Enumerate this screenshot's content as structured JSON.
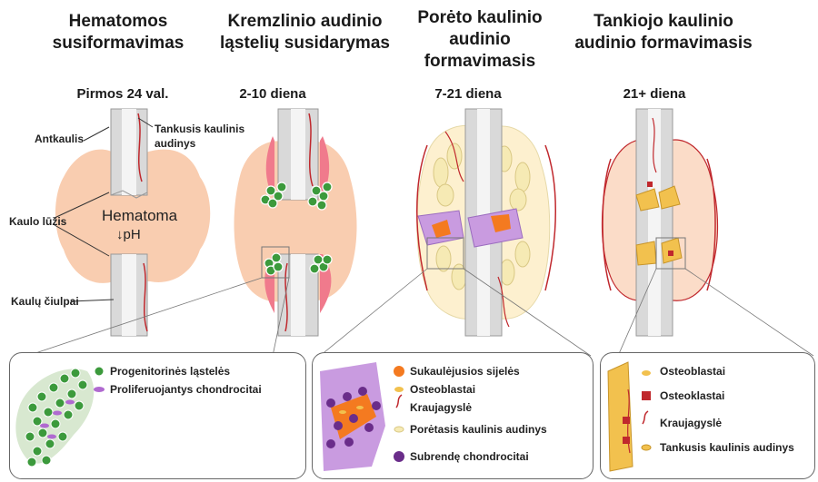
{
  "stages": [
    {
      "title_line1": "Hematomos",
      "title_line2": "susiformavimas",
      "title_line3": "",
      "time": "Pirmos 24 val."
    },
    {
      "title_line1": "Kremzlinio audinio",
      "title_line2": "ląstelių susidarymas",
      "title_line3": "",
      "time": "2-10 diena"
    },
    {
      "title_line1": "Porėto kaulinio",
      "title_line2": "audinio",
      "title_line3": "formavimasis",
      "time": "7-21 diena"
    },
    {
      "title_line1": "Tankiojo kaulinio",
      "title_line2": "audinio formavimasis",
      "title_line3": "",
      "time": "21+ diena"
    }
  ],
  "annotations": {
    "periosteum": "Antkaulis",
    "dense_bone": "Tankusis kaulinis audinys",
    "fracture": "Kaulo lūžis",
    "hematoma": "Hematoma",
    "ph": "↓pH",
    "marrow": "Kaulų čiulpai"
  },
  "legends": {
    "box1": [
      "Progenitorinės ląstelės",
      "Proliferuojantys chondrocitai"
    ],
    "box2": [
      "Sukaulėjusios sijelės",
      "Osteoblastai",
      "Kraujagyslė",
      "Porėtasis kaulinis audinys",
      "Subrendę chondrocitai"
    ],
    "box3": [
      "Osteoblastai",
      "Osteoklastai",
      "Kraujagyslė",
      "Tankusis kaulinis audinys"
    ]
  },
  "colors": {
    "hematoma": "#f9cdb0",
    "bone": "#d9d9d9",
    "vessel": "#c0282d",
    "cartilage": "#f07a8c",
    "progenitor": "#3c9a3c",
    "porous": "#f6eab4",
    "osteoblast": "#f2c14e",
    "trabecula": "#f47a20",
    "chondrocyte": "#6a2d8a",
    "matrix": "#c99be0"
  }
}
